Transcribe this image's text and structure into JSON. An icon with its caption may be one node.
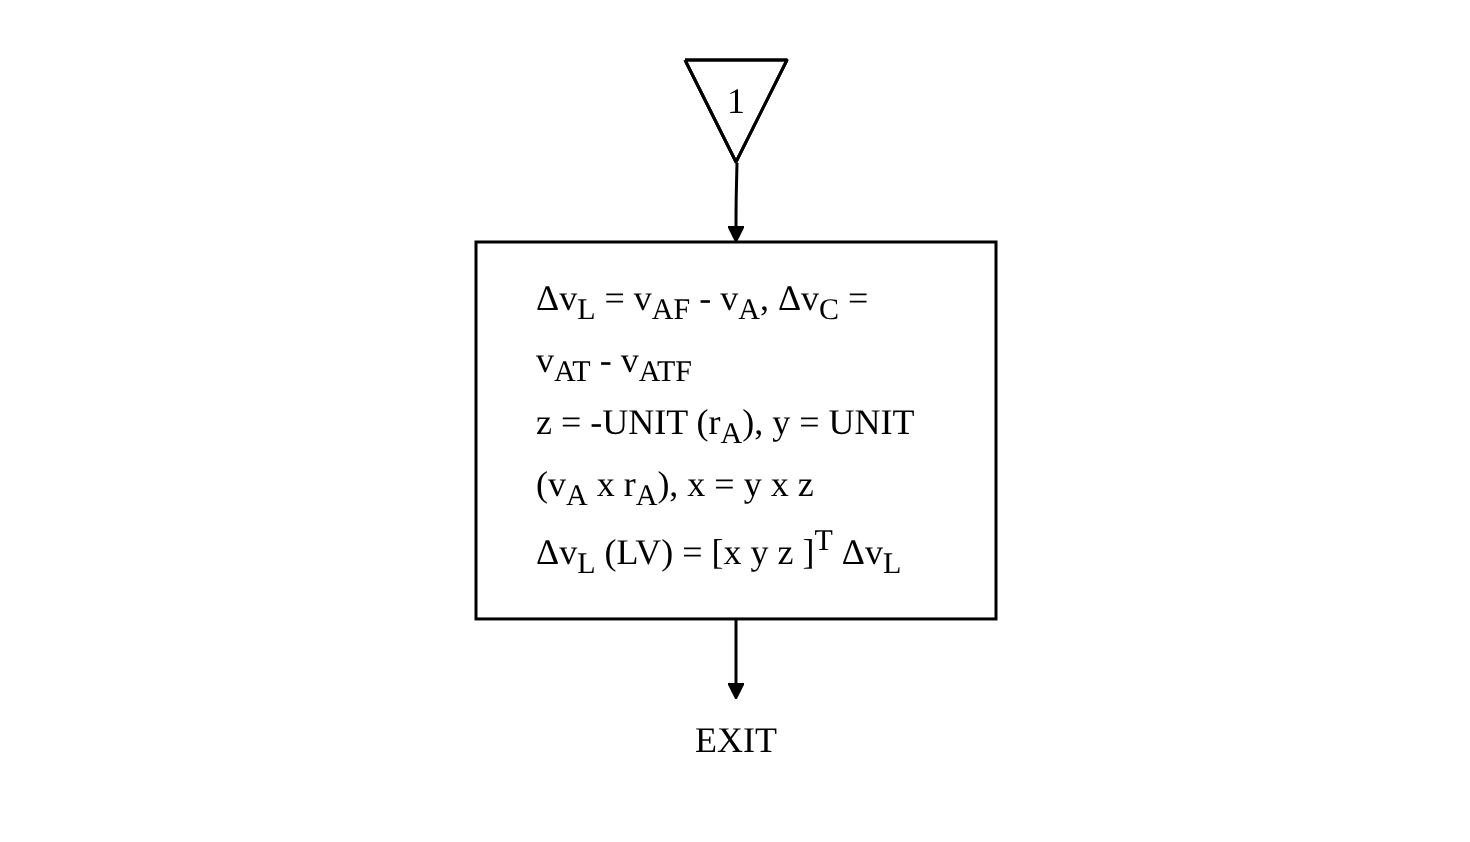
{
  "diagram": {
    "nodes": [
      {
        "text": [
          "1"
        ]
      },
      {
        "text": [
          "Δv$_{L}$ = v$_{AF}$ - v$_{A}$, Δv$_{C}$ = v$_{AT}$ - v$_{ATF}$",
          "z = -UNIT (r$_{A}$), y = UNIT (v$_{A}$ x r$_{A}$), x = y x z",
          "Δv$_{L}$ (LV) = [x y z ]$^{T}$ Δv$_{L}$"
        ]
      },
      {
        "text": [
          "EXIT"
        ]
      }
    ],
    "edges": [
      {
        "from": 0,
        "to": 1,
        "arrow": "to"
      },
      {
        "from": 1,
        "to": 2,
        "arrow": "to"
      }
    ]
  }
}
